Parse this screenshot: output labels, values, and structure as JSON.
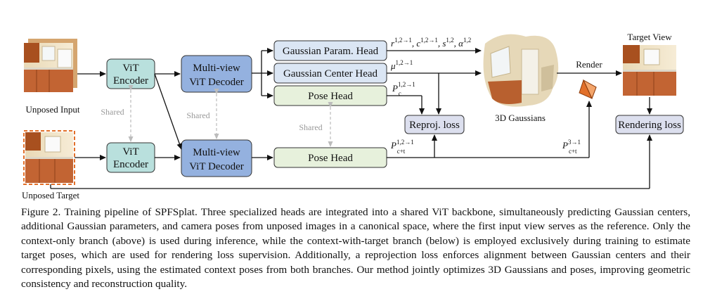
{
  "figure": {
    "boxes": {
      "vit_encoder_top": "ViT\nEncoder",
      "vit_encoder_bottom": "ViT\nEncoder",
      "mv_decoder_top": "Multi-view\nViT Decoder",
      "mv_decoder_bottom": "Multi-view\nViT Decoder",
      "gaussian_param_head": "Gaussian Param. Head",
      "gaussian_center_head": "Gaussian Center Head",
      "pose_head_top": "Pose Head",
      "pose_head_bottom": "Pose Head",
      "reproj_loss": "Reproj. loss",
      "rendering_loss": "Rendering loss"
    },
    "labels": {
      "unposed_input": "Unposed Input",
      "unposed_target": "Unposed Target",
      "shared": "Shared",
      "gaussians_3d": "3D Gaussians",
      "render": "Render",
      "target_view": "Target View"
    },
    "math": {
      "param_out": "r^{1,2→1}, c^{1,2→1}, s^{1,2}, α^{1,2}",
      "center_out": "μ^{1,2→1}",
      "pose_top_out": "P_c^{1,2→1}",
      "pose_bottom_out": "P_{c+t}^{1,2→1}",
      "render_pose": "P_{c+t}^{3→1}"
    },
    "colors": {
      "encoder": "#b9e0dd",
      "decoder": "#94b1df",
      "head_blue": "#dbe6f4",
      "head_green": "#e7f1dc",
      "loss": "#dcdfee",
      "render_icon": "#e2702a",
      "dashed_frame": "#e2702a"
    }
  },
  "caption": {
    "label": "Figure 2.",
    "text": "Training pipeline of SPFSplat. Three specialized heads are integrated into a shared ViT backbone, simultaneously predicting Gaussian centers, additional Gaussian parameters, and camera poses from unposed images in a canonical space, where the first input view serves as the reference. Only the context-only branch (above) is used during inference, while the context-with-target branch (below) is employed exclusively during training to estimate target poses, which are used for rendering loss supervision. Additionally, a reprojection loss enforces alignment between Gaussian centers and their corresponding pixels, using the estimated context poses from both branches. Our method jointly optimizes 3D Gaussians and poses, improving geometric consistency and reconstruction quality."
  }
}
